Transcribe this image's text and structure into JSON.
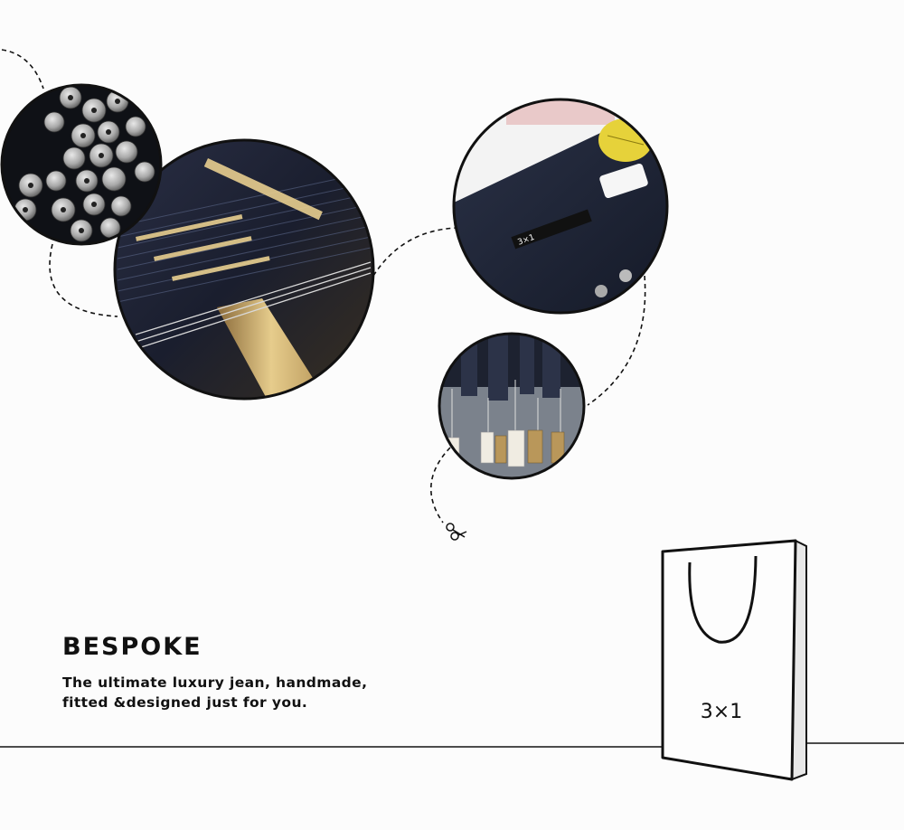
{
  "hero": {
    "headline": "BESPOKE",
    "tagline_line1": "The ultimate luxury jean, handmade,",
    "tagline_line2": "fitted &designed just for you."
  },
  "bag": {
    "logo": "3×1"
  },
  "photo_circles": [
    {
      "subject": "metal rivets on denim",
      "icon": "rivets-photo"
    },
    {
      "subject": "denim weaving loom",
      "icon": "loom-photo"
    },
    {
      "subject": "denim fabric with 3x1 label and tape measure",
      "icon": "label-photo"
    },
    {
      "subject": "jeans hanging with paper tags",
      "icon": "tags-photo"
    }
  ],
  "colors": {
    "background": "#fcfcfc",
    "ink": "#111111",
    "denim": "#1b2233"
  }
}
